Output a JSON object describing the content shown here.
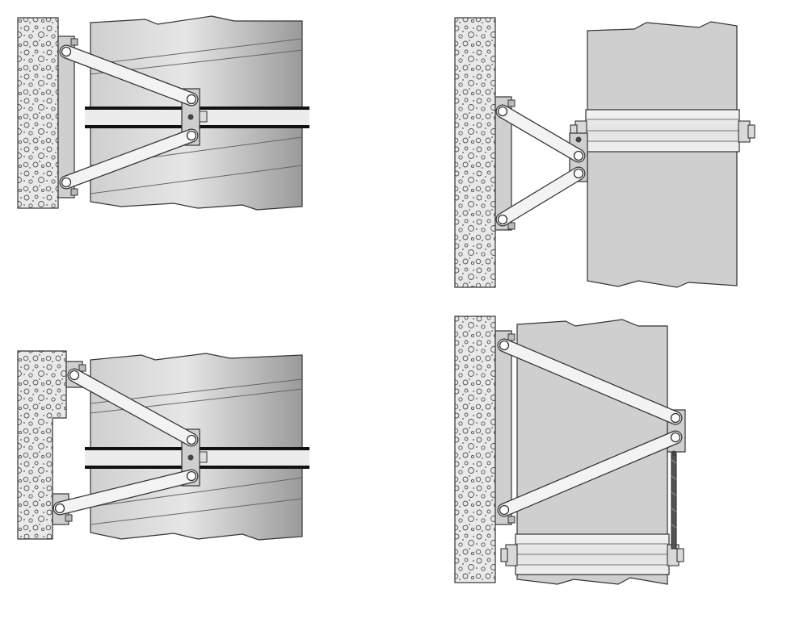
{
  "figure": {
    "panels": [
      {
        "id": "top-left",
        "variant": "clamp-on-spiral-duct"
      },
      {
        "id": "top-right",
        "variant": "bolted-band-on-duct"
      },
      {
        "id": "bottom-left",
        "variant": "clamp-on-spiral-duct-stepped-wall"
      },
      {
        "id": "bottom-right",
        "variant": "bolted-band-with-threaded-rod"
      }
    ],
    "colors": {
      "outline": "#333333",
      "concrete": "#e9e9e9",
      "duct_light": "#e4e4e4",
      "duct_dark": "#9a9a9a",
      "flat_surface": "#cfcfcf",
      "strut": "#f3f3f3",
      "plate": "#cccccc",
      "clamp_band": "#111111",
      "band_light": "#f0f0f0"
    }
  }
}
